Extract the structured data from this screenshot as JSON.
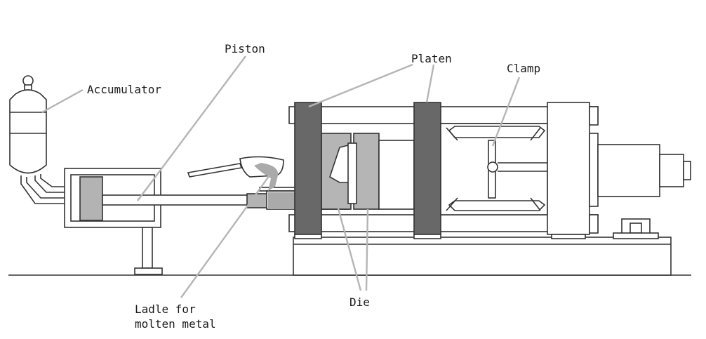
{
  "labels": {
    "piston": "Piston",
    "accumulator": "Accumulator",
    "platen": "Platen",
    "clamp": "Clamp",
    "ladle_line1": "Ladle for",
    "ladle_line2": "molten metal",
    "die": "Die"
  },
  "colors": {
    "platen_fill": "#686868",
    "die_fill": "#b5b5b5",
    "piston_fill": "#b3b3b3",
    "metal_fill": "#aaaaaa",
    "leader_line": "#b5b5b5",
    "outline": "#333333"
  }
}
